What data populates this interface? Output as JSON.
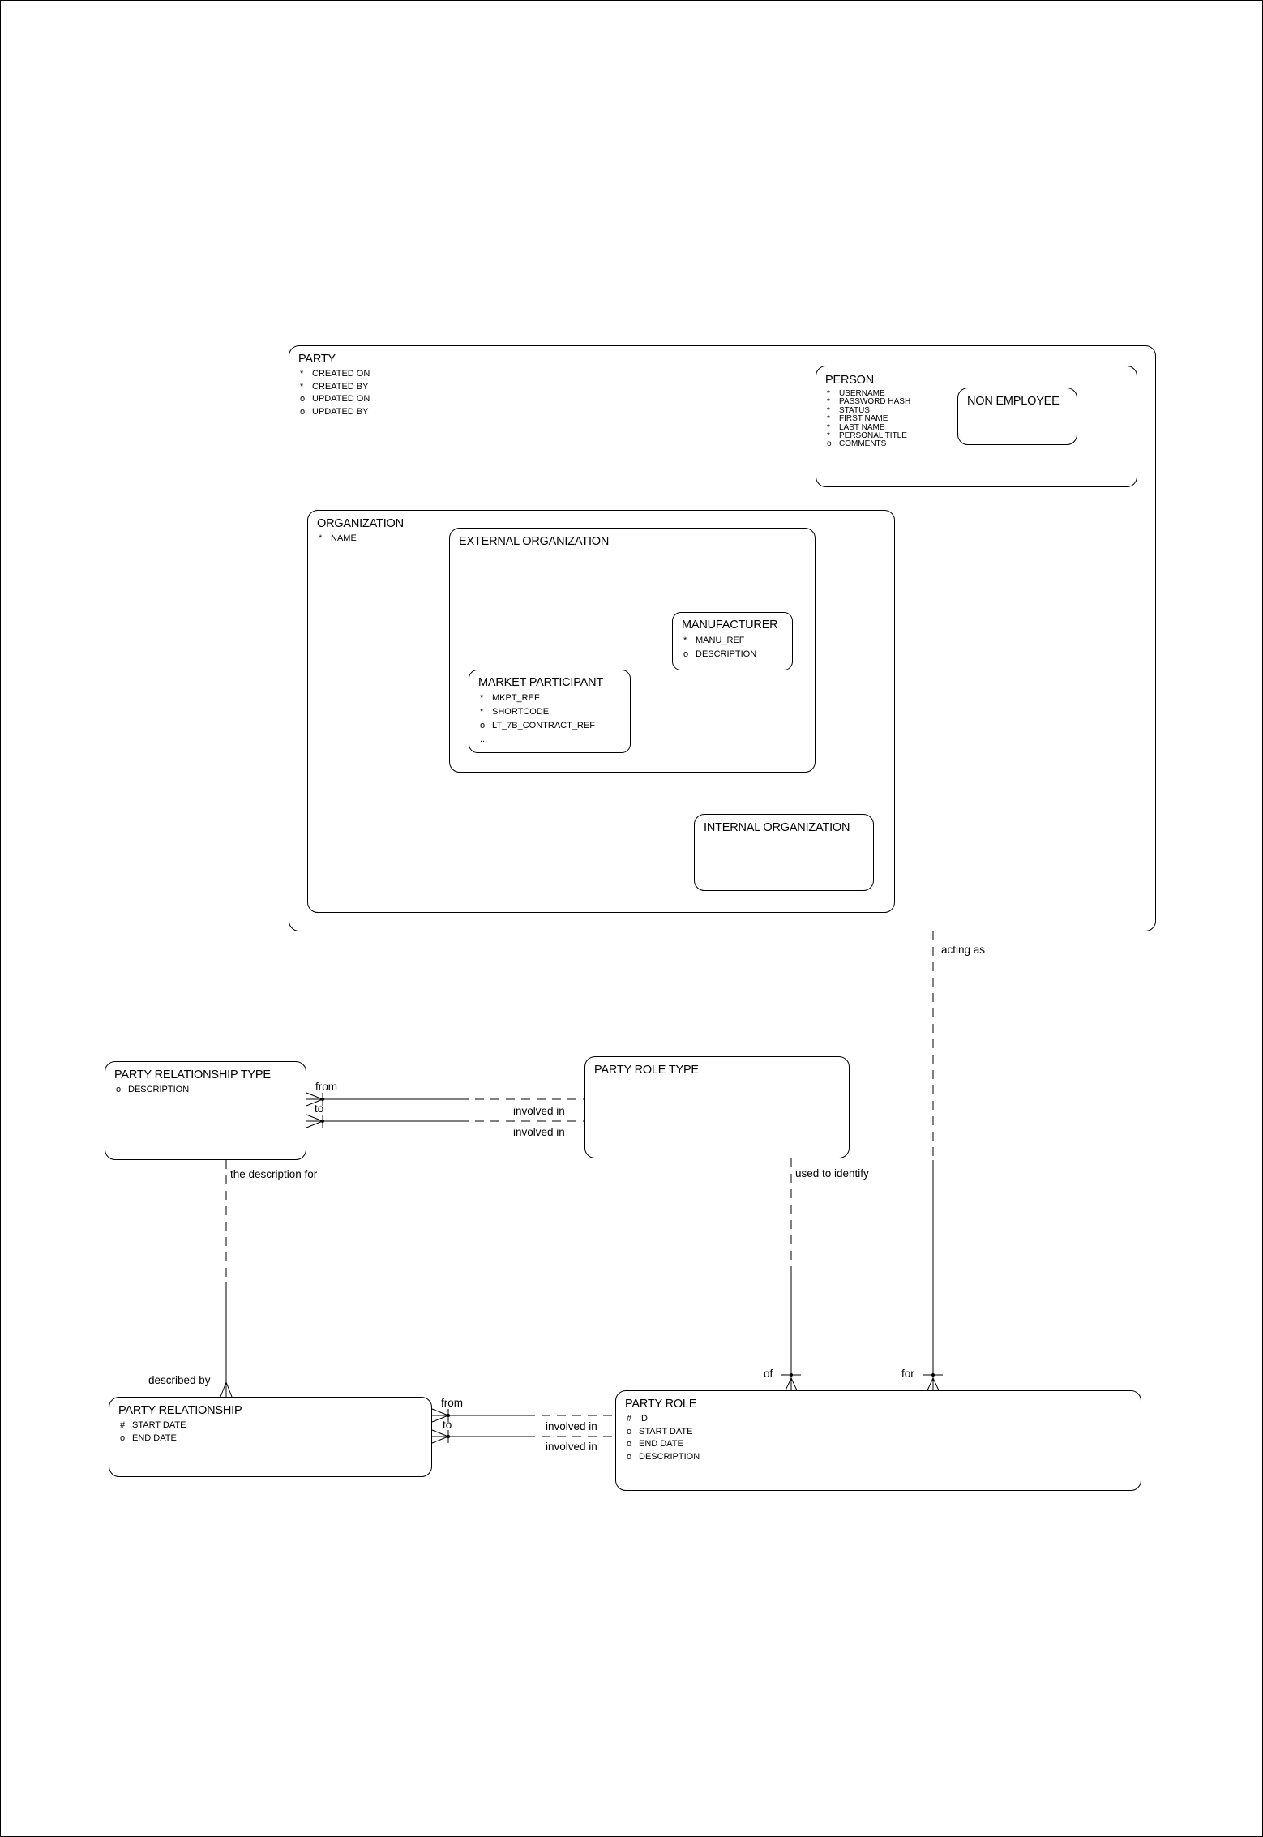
{
  "diagram": {
    "entities": {
      "party": {
        "title": "PARTY",
        "attrs": [
          {
            "m": "*",
            "t": "CREATED ON"
          },
          {
            "m": "*",
            "t": "CREATED BY"
          },
          {
            "m": "o",
            "t": "UPDATED ON"
          },
          {
            "m": "o",
            "t": "UPDATED BY"
          }
        ]
      },
      "person": {
        "title": "PERSON",
        "attrs": [
          {
            "m": "*",
            "t": "USERNAME"
          },
          {
            "m": "*",
            "t": "PASSWORD HASH"
          },
          {
            "m": "*",
            "t": "STATUS"
          },
          {
            "m": "*",
            "t": "FIRST NAME"
          },
          {
            "m": "*",
            "t": "LAST NAME"
          },
          {
            "m": "*",
            "t": "PERSONAL TITLE"
          },
          {
            "m": "o",
            "t": "COMMENTS"
          }
        ]
      },
      "non_employee": {
        "title": "NON EMPLOYEE",
        "attrs": []
      },
      "organization": {
        "title": "ORGANIZATION",
        "attrs": [
          {
            "m": "*",
            "t": "NAME"
          }
        ]
      },
      "external_organization": {
        "title": "EXTERNAL ORGANIZATION",
        "attrs": []
      },
      "manufacturer": {
        "title": "MANUFACTURER",
        "attrs": [
          {
            "m": "*",
            "t": "MANU_REF"
          },
          {
            "m": "o",
            "t": "DESCRIPTION"
          }
        ]
      },
      "market_participant": {
        "title": "MARKET PARTICIPANT",
        "attrs": [
          {
            "m": "*",
            "t": "MKPT_REF"
          },
          {
            "m": "*",
            "t": "SHORTCODE"
          },
          {
            "m": "o",
            "t": "LT_7B_CONTRACT_REF"
          },
          {
            "m": "...",
            "t": ""
          }
        ]
      },
      "internal_organization": {
        "title": "INTERNAL ORGANIZATION",
        "attrs": []
      },
      "party_relationship_type": {
        "title": "PARTY RELATIONSHIP TYPE",
        "attrs": [
          {
            "m": "o",
            "t": "DESCRIPTION"
          }
        ]
      },
      "party_role_type": {
        "title": "PARTY ROLE TYPE",
        "attrs": []
      },
      "party_relationship": {
        "title": "PARTY RELATIONSHIP",
        "attrs": [
          {
            "m": "#",
            "t": "START DATE"
          },
          {
            "m": "o",
            "t": "END DATE"
          }
        ]
      },
      "party_role": {
        "title": "PARTY ROLE",
        "attrs": [
          {
            "m": "#",
            "t": "ID"
          },
          {
            "m": "o",
            "t": "START DATE"
          },
          {
            "m": "o",
            "t": "END DATE"
          },
          {
            "m": "o",
            "t": "DESCRIPTION"
          }
        ]
      }
    },
    "relationships": {
      "acting_as": "acting as",
      "for": "for",
      "of": "of",
      "used_to_identify": "used to identify",
      "the_description_for": "the description for",
      "described_by": "described by",
      "type_from": "from",
      "type_to": "to",
      "type_involved_in_1": "involved in",
      "type_involved_in_2": "involved in",
      "rel_from": "from",
      "rel_to": "to",
      "rel_involved_in_1": "involved in",
      "rel_involved_in_2": "involved in"
    }
  }
}
